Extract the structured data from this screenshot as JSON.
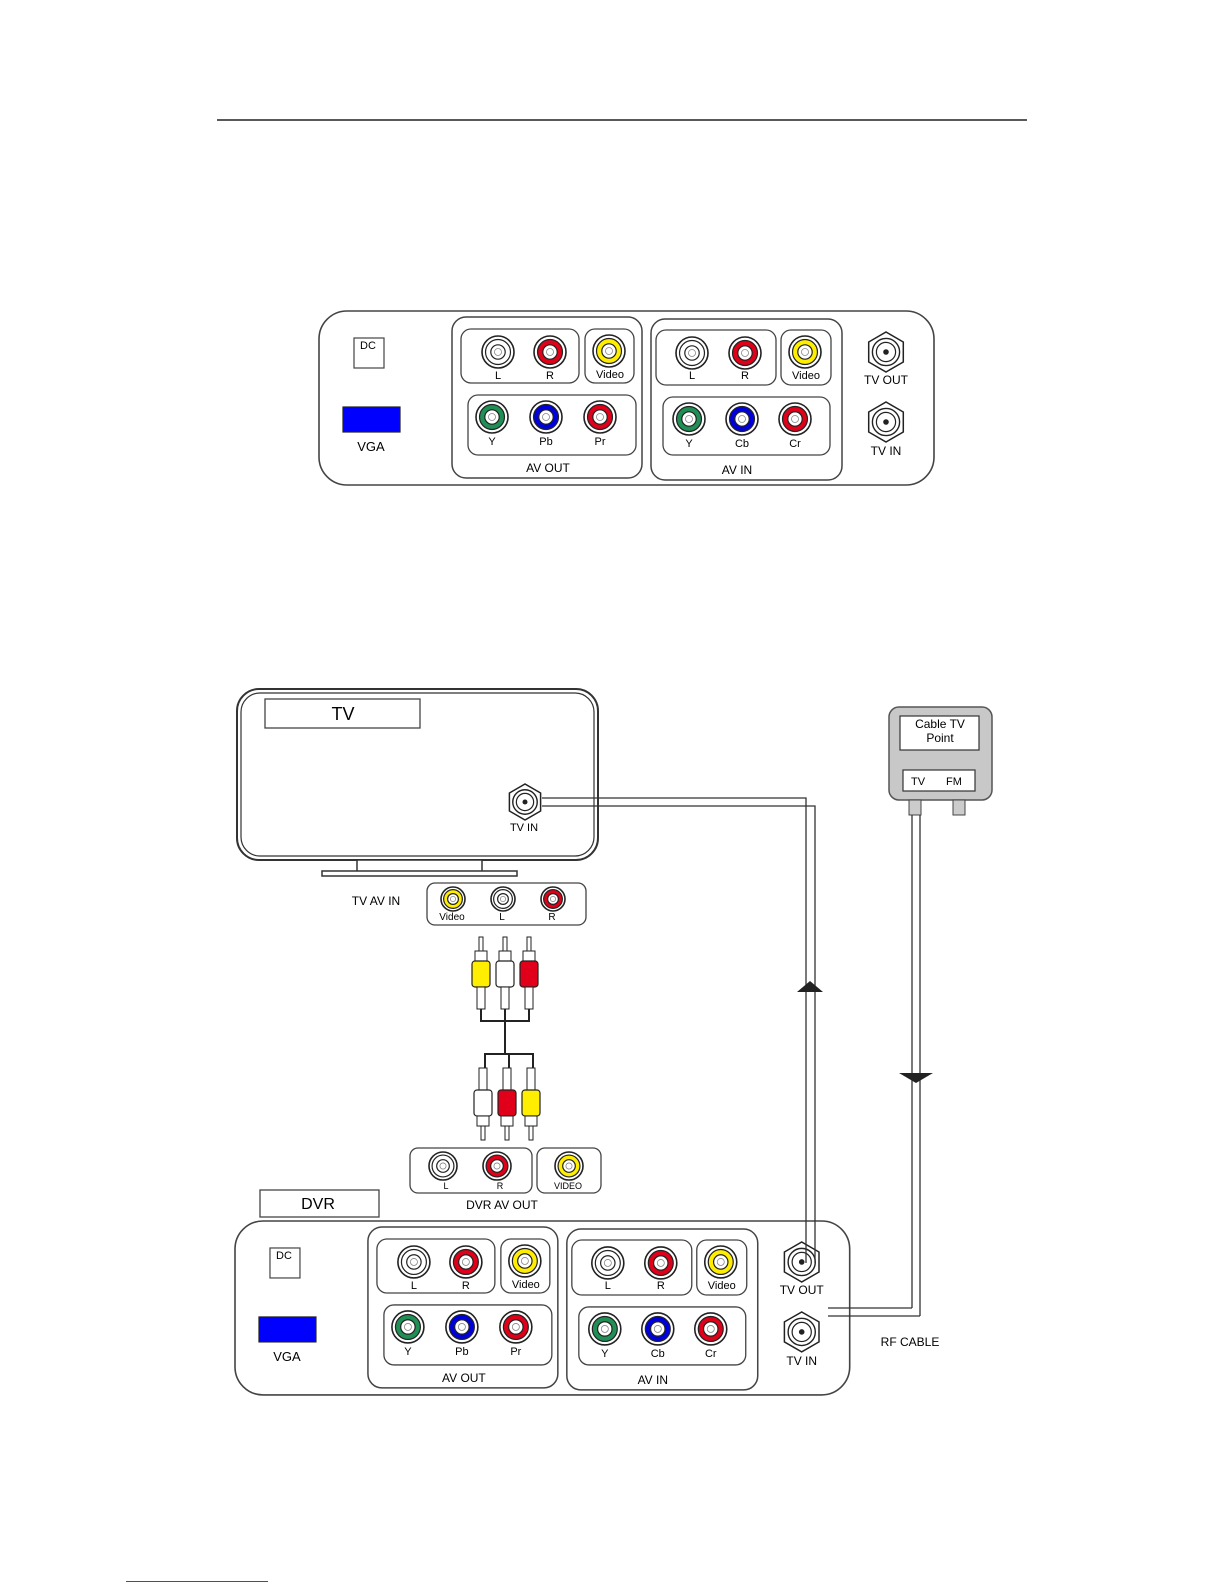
{
  "colors": {
    "white": "#ffffff",
    "red": "#e0001a",
    "yellow": "#ffee00",
    "green": "#1f8f55",
    "blue": "#0000dd",
    "vga": "#0000ff",
    "panel_stroke": "#555555"
  },
  "panel": {
    "dc_label": "DC",
    "vga_label": "VGA",
    "av_out": {
      "title": "AV OUT",
      "audio": [
        {
          "label": "L",
          "color": "white"
        },
        {
          "label": "R",
          "color": "red"
        }
      ],
      "video": {
        "label": "Video",
        "color": "yellow"
      },
      "component": [
        {
          "label": "Y",
          "color": "green"
        },
        {
          "label": "Pb",
          "color": "blue"
        },
        {
          "label": "Pr",
          "color": "red"
        }
      ]
    },
    "av_in": {
      "title": "AV IN",
      "audio": [
        {
          "label": "L",
          "color": "white"
        },
        {
          "label": "R",
          "color": "red"
        }
      ],
      "video": {
        "label": "Video",
        "color": "yellow"
      },
      "component": [
        {
          "label": "Y",
          "color": "green"
        },
        {
          "label": "Cb",
          "color": "blue"
        },
        {
          "label": "Cr",
          "color": "red"
        }
      ]
    },
    "tv_out_label": "TV OUT",
    "tv_in_label": "TV IN"
  },
  "tv": {
    "title": "TV",
    "tv_in_label": "TV IN",
    "av_in_label": "TV AV IN",
    "av_in_jacks": [
      {
        "label": "Video",
        "color": "yellow"
      },
      {
        "label": "L",
        "color": "white"
      },
      {
        "label": "R",
        "color": "red"
      }
    ]
  },
  "plugs": {
    "top": [
      "yellow",
      "white",
      "red"
    ],
    "bottom": [
      "white",
      "red",
      "yellow"
    ]
  },
  "dvr": {
    "title": "DVR",
    "av_out_label": "DVR AV OUT",
    "av_out_jacks": [
      {
        "label": "L",
        "color": "white"
      },
      {
        "label": "R",
        "color": "red"
      }
    ],
    "av_out_video": {
      "label": "VIDEO",
      "color": "yellow"
    }
  },
  "cable_point": {
    "title_line1": "Cable TV",
    "title_line2": "Point",
    "port_tv": "TV",
    "port_fm": "FM"
  },
  "rf_cable_label": "RF CABLE"
}
